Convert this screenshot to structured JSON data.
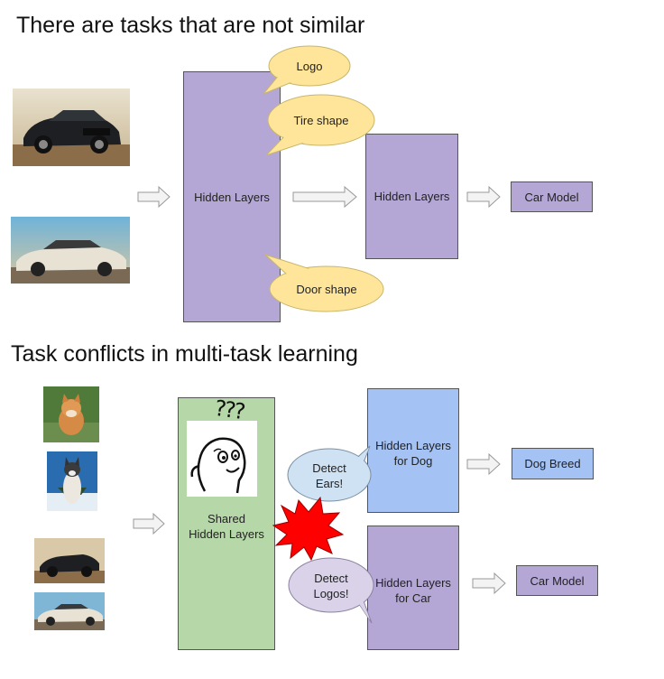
{
  "top": {
    "title": "There are tasks that are not similar",
    "hidden_layers_1": "Hidden Layers",
    "hidden_layers_2": "Hidden Layers",
    "output": "Car Model",
    "bubbles": {
      "logo": "Logo",
      "tire": "Tire shape",
      "door": "Door shape"
    }
  },
  "bottom": {
    "title": "Task conflicts in multi-task learning",
    "shared": [
      "Shared",
      "Hidden Layers"
    ],
    "thinking": "???",
    "dog_head": [
      "Hidden Layers",
      "for Dog"
    ],
    "car_head": [
      "Hidden Layers",
      "for Car"
    ],
    "dog_output": "Dog Breed",
    "car_output": "Car Model",
    "bubble_ears": [
      "Detect",
      "Ears!"
    ],
    "bubble_logos": [
      "Detect",
      "Logos!"
    ]
  },
  "colors": {
    "purple": "#b4a7d6",
    "blue": "#a4c2f4",
    "green": "#b6d7a8",
    "bubble_yellow": "#ffe599",
    "bubble_purple": "#d9d2e9",
    "bubble_blue": "#cfe2f3",
    "conflict_red": "#ff0000"
  }
}
